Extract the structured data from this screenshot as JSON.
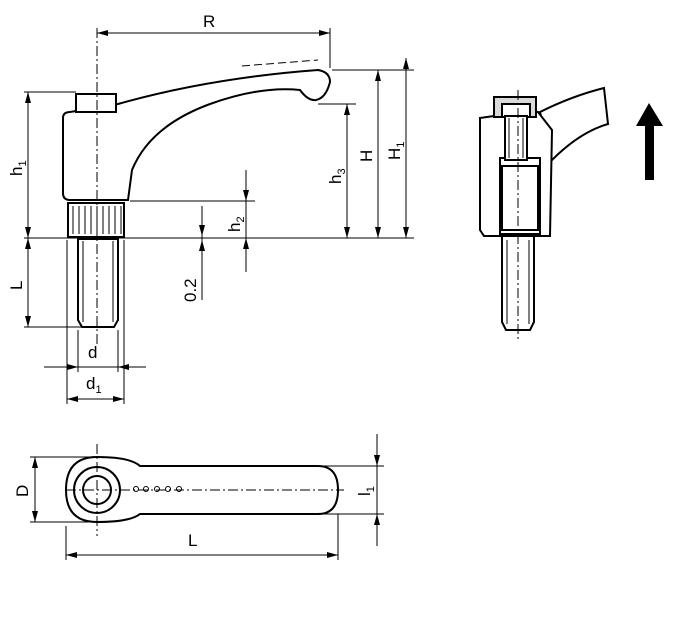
{
  "labels": {
    "R": "R",
    "H": "H",
    "H1_main": "H",
    "H1_sub": "1",
    "h1_main": "h",
    "h1_sub": "1",
    "h2_main": "h",
    "h2_sub": "2",
    "h3_main": "h",
    "h3_sub": "3",
    "L_side": "L",
    "gap": "0.2",
    "d": "d",
    "d1_main": "d",
    "d1_sub": "1",
    "D": "D",
    "l1_main": "l",
    "l1_sub": "1",
    "L_top": "L"
  },
  "icons": {
    "direction": "arrow-up-icon"
  },
  "colors": {
    "line": "#000000",
    "fill": "#ffffff",
    "section": "#d9d9d9"
  }
}
